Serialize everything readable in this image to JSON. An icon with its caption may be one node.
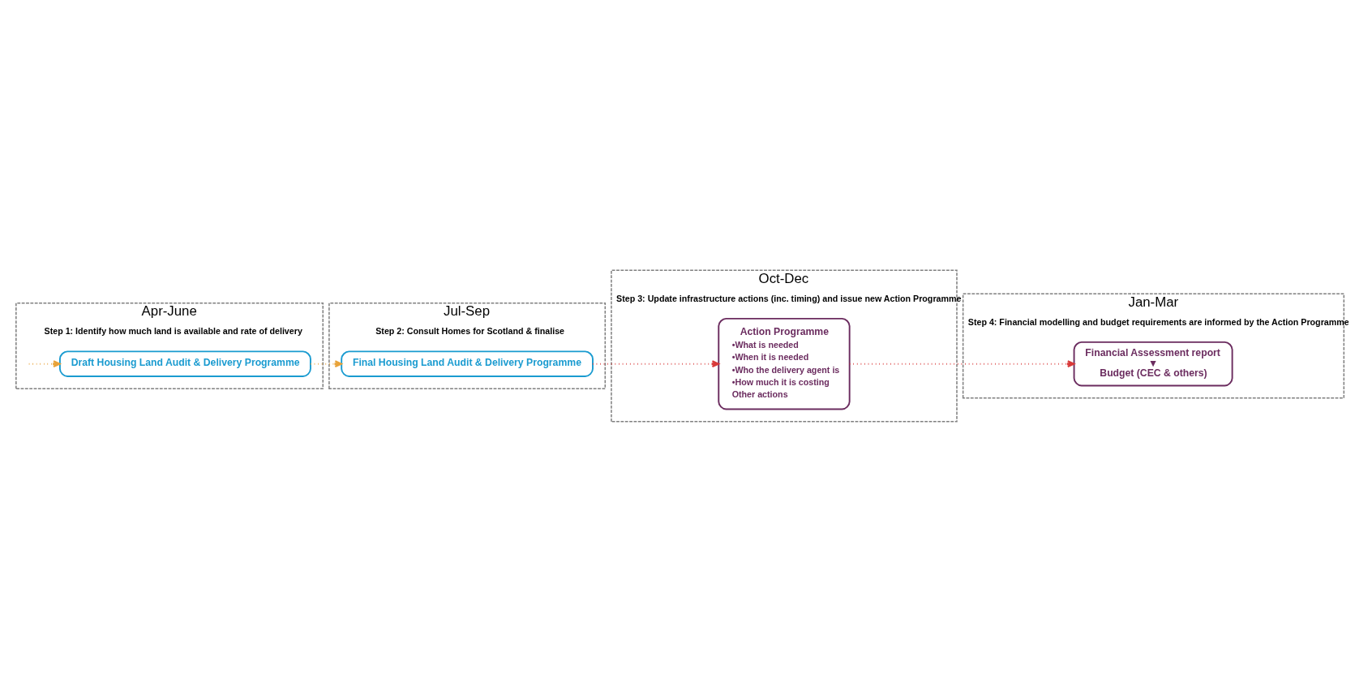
{
  "diagram": {
    "nodes": [
      {
        "text": [
          "Apr-June",
          "Step 1: Identify how much land is available and rate of delivery"
        ]
      },
      {
        "text": [
          "Jul-Sep",
          "Step 2: Consult Homes for Scotland & finalise"
        ]
      },
      {
        "text": [
          "Oct-Dec",
          "Step 3: Update infrastructure actions (inc. timing) and issue new Action Programme"
        ]
      },
      {
        "text": [
          "Jan-Mar",
          "Step 4: Financial modelling and budget requirements are informed by the Action Programme"
        ]
      },
      {
        "text": [
          "Draft Housing Land Audit & Delivery Programme"
        ],
        "in": 0
      },
      {
        "text": [
          "Final Housing Land Audit & Delivery Programme"
        ],
        "in": 1
      },
      {
        "text": [
          "Action Programme",
          "•What is needed",
          "•When it is needed",
          "•Who the delivery agent is",
          "•How much it is costing",
          "Other actions"
        ],
        "in": 2
      },
      {
        "text": [
          "Financial Assessment report",
          "▼",
          "Budget (CEC & others)"
        ],
        "in": 3
      }
    ],
    "edges": [
      {
        "from": null,
        "to": 4,
        "arrow": "to",
        "color": "#e8a33a"
      },
      {
        "from": 4,
        "to": 5,
        "arrow": "to",
        "color": "#e8a33a"
      },
      {
        "from": 5,
        "to": 6,
        "arrow": "to",
        "color": "#d93a3a"
      },
      {
        "from": 6,
        "to": 7,
        "arrow": "to",
        "color": "#d93a3a"
      }
    ]
  }
}
